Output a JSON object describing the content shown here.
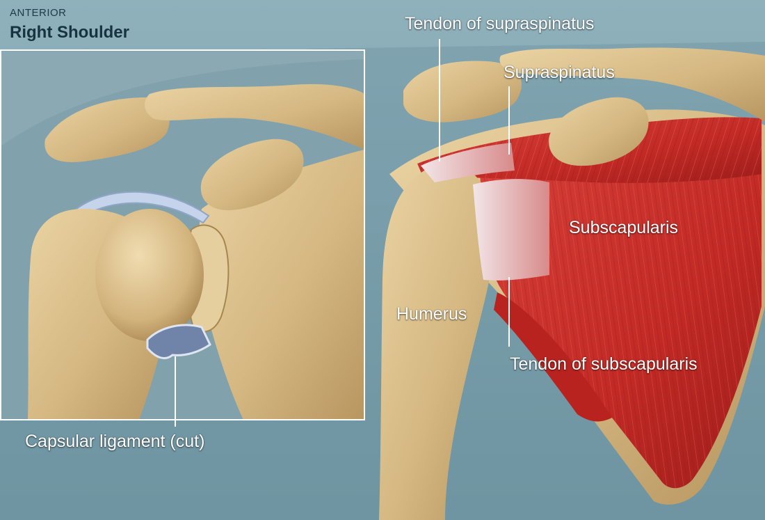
{
  "header": {
    "view": "ANTERIOR",
    "title": "Right Shoulder"
  },
  "labels": {
    "tendon_of_supraspinatus": "Tendon of supraspinatus",
    "supraspinatus": "Supraspinatus",
    "subscapularis": "Subscapularis",
    "humerus": "Humerus",
    "tendon_of_subscapularis": "Tendon of subscapularis",
    "capsular_ligament": "Capsular ligament (cut)"
  },
  "colors": {
    "background": "#7fa3af",
    "bone": "#d9bf8c",
    "muscle": "#c62e28",
    "tendon": "#ead8da",
    "cartilage": "#b9cbe6",
    "label_text": "#ffffff",
    "header_text": "#173341"
  }
}
